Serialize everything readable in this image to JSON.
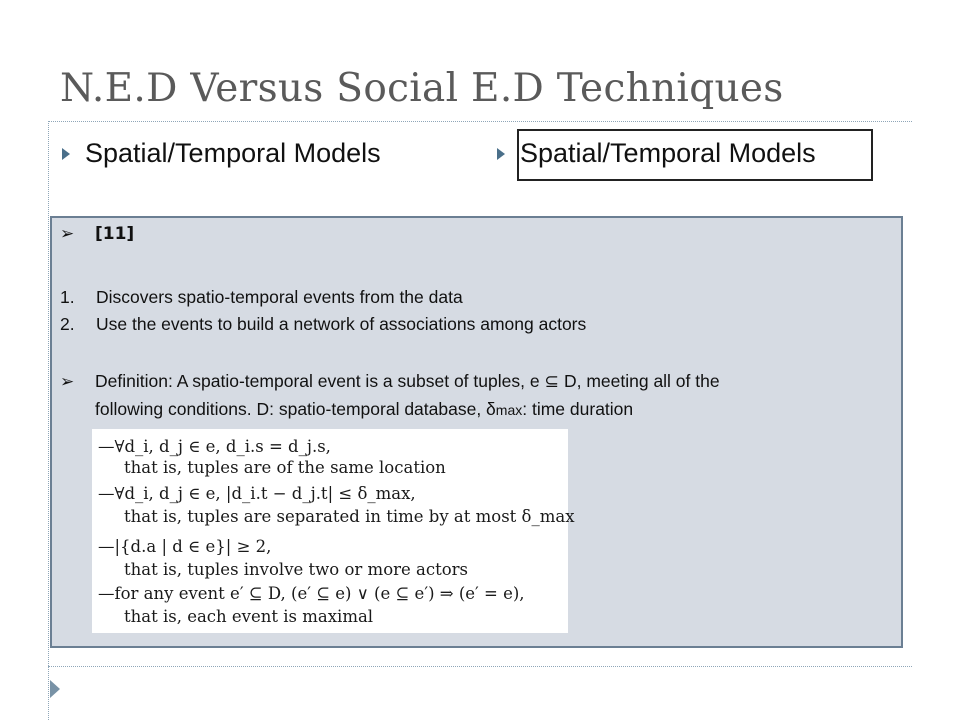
{
  "slide": {
    "title": "N.E.D Versus Social E.D Techniques",
    "left_bullet": "Spatial/Temporal Models",
    "right_bullet": "Spatial/Temporal Models",
    "ref": "[11]",
    "items": [
      "Discovers spatio-temporal events from the data",
      "Use the events to build a network of associations among actors"
    ],
    "item_numbers": [
      "1.",
      "2."
    ],
    "definition_line1_a": "Definition: A spatio-temporal event is a subset of tuples, e ",
    "subset_symbol": "⊆",
    "definition_line1_b": " D, meeting all of the",
    "definition_line2_a": "following conditions. D: spatio-temporal database, δ",
    "definition_line2_sub": "max",
    "definition_line2_b": ": time duration",
    "formula_lines": [
      "—∀d_i, d_j ∈ e,  d_i.s = d_j.s,",
      "that is, tuples are of the same location",
      "—∀d_i, d_j ∈ e,  |d_i.t − d_j.t| ≤ δ_max,",
      "that is, tuples are separated in time by at most δ_max",
      "—|{d.a | d ∈ e}| ≥ 2,",
      "that is, tuples involve two or more actors",
      "—for any event e′ ⊆ D, (e′ ⊆ e) ∨ (e ⊆ e′) ⇒ (e′ = e),",
      "that is, each event is maximal"
    ]
  }
}
